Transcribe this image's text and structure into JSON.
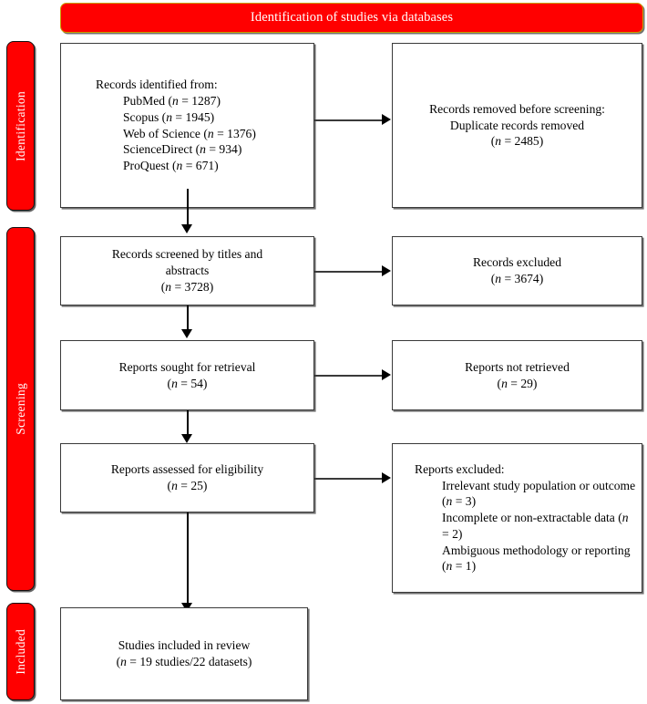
{
  "diagram": {
    "type": "prisma-flow-diagram",
    "banner": {
      "label": "Identification of studies via databases",
      "color": "#FF0000",
      "text_color": "#FFFFFF"
    },
    "phases": [
      {
        "id": "identification",
        "label": "Identification",
        "color": "#FF0000"
      },
      {
        "id": "screening",
        "label": "Screening",
        "color": "#FF0000"
      },
      {
        "id": "included",
        "label": "Included",
        "color": "#FF0000"
      }
    ],
    "nodes": {
      "records_identified": {
        "lead": "Records identified from:",
        "items": [
          "PubMed (n = 1287)",
          "Scopus (n = 1945)",
          "Web of Science (n = 1376)",
          "ScienceDirect (n = 934)",
          "ProQuest (n = 671)"
        ]
      },
      "records_removed": {
        "line1": "Records removed before screening:",
        "line2": "Duplicate records removed",
        "line3": "(n = 2485)"
      },
      "records_screened": {
        "line1": "Records screened by titles and",
        "line2": "abstracts",
        "line3": "(n = 3728)"
      },
      "records_excluded": {
        "line1": "Records excluded",
        "line2": "(n = 3674)"
      },
      "reports_sought": {
        "line1": "Reports sought for retrieval",
        "line2": "(n = 54)"
      },
      "reports_not_retrieved": {
        "line1": "Reports not retrieved",
        "line2": "(n = 29)"
      },
      "reports_assessed": {
        "line1": "Reports assessed for eligibility",
        "line2": "(n = 25)"
      },
      "reports_excluded": {
        "lead": "Reports excluded:",
        "items": [
          "Irrelevant study population or outcome (n = 3)",
          "Incomplete or non-extractable data (n = 2)",
          "Ambiguous methodology or reporting (n = 1)"
        ]
      },
      "studies_included": {
        "line1": "Studies included in review",
        "line2": "(n = 19 studies/22 datasets)"
      }
    },
    "counts": {
      "pubmed": 1287,
      "scopus": 1945,
      "web_of_science": 1376,
      "sciencedirect": 934,
      "proquest": 671,
      "duplicates_removed": 2485,
      "screened": 3728,
      "excluded_screening": 3674,
      "sought_for_retrieval": 54,
      "not_retrieved": 29,
      "assessed_for_eligibility": 25,
      "excluded_irrelevant_population": 3,
      "excluded_incomplete_data": 2,
      "excluded_ambiguous_methodology": 1,
      "included_studies": 19,
      "included_datasets": 22
    }
  }
}
